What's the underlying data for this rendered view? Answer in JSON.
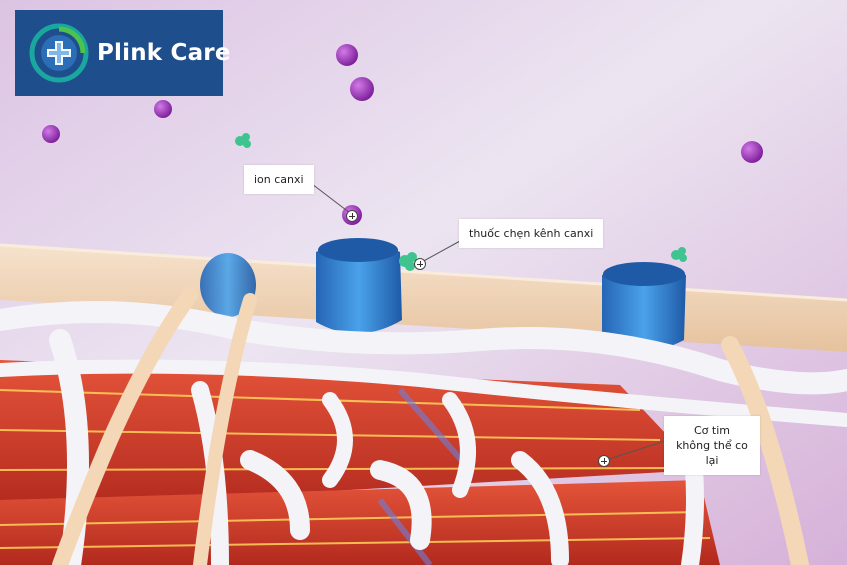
{
  "brand": {
    "name": "Plink Care",
    "logo_icon": "plink-care-cross-icon",
    "background": "#1f4e8c"
  },
  "callouts": {
    "calcium_ion": "ion canxi",
    "calcium_channel_blocker": "thuốc chẹn kênh canxi",
    "heart_muscle_line1": "Cơ tim",
    "heart_muscle_line2": "không thể co lại"
  },
  "colors": {
    "calcium_ion": "#9b2fb8",
    "drug_molecule": "#3fc48f",
    "ion_channel": "#2d7fd0",
    "membrane": "#f1d6b8",
    "muscle_fiber": "#d8432e",
    "connective_tissue": "#f4f4f8"
  }
}
